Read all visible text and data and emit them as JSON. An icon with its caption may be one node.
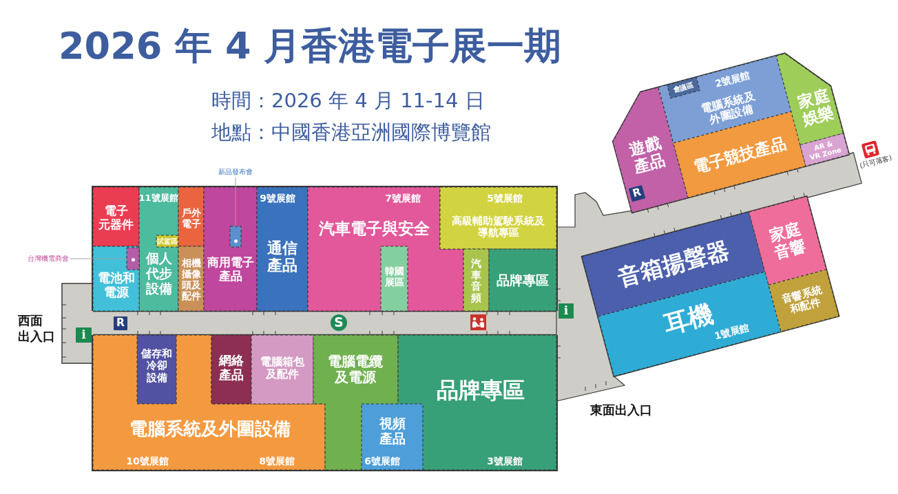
{
  "diagram": {
    "title": "2026 年 4 月香港電子展一期",
    "nodes": [
      {
        "text": [
          "電子元器件"
        ]
      },
      {
        "text": [
          "個人代步設備"
        ]
      },
      {
        "text": [
          "試駕區"
        ],
        "in": 1
      },
      {
        "text": [
          "戶外電子"
        ]
      },
      {
        "text": [
          "相機攝像頭及配件"
        ]
      },
      {
        "text": [
          "電池和電源"
        ]
      },
      {
        "text": [],
        "shape": "box",
        "in": 5
      },
      {
        "text": [
          "台灣機電商會"
        ]
      },
      {
        "text": [
          "新品發布會"
        ]
      },
      {
        "text": [
          "商用電子產品"
        ]
      },
      {
        "text": [],
        "shape": "box",
        "in": 9
      },
      {
        "text": [
          "通信產品"
        ]
      },
      {
        "text": [
          "汽車電子與安全"
        ]
      },
      {
        "text": [
          "韓國展區"
        ],
        "in": 12
      },
      {
        "text": [
          "高級輔助駕駛系統及導航專區"
        ]
      },
      {
        "text": [
          "汽車音頻"
        ]
      },
      {
        "text": [
          "品牌專區"
        ]
      },
      {
        "text": [
          "電腦系統及外圍設備"
        ]
      },
      {
        "text": [
          "儲存和冷卻設備"
        ],
        "in": 17
      },
      {
        "text": [
          "網絡產品"
        ]
      },
      {
        "text": [
          "電腦箱包及配件"
        ]
      },
      {
        "text": [
          "電腦電纜及電源"
        ]
      },
      {
        "text": [
          "視頻產品"
        ]
      },
      {
        "text": [
          "品牌專區"
        ]
      },
      {
        "text": [
          "遊戲產品"
        ]
      },
      {
        "text": [
          "電腦系統及外圍設備"
        ]
      },
      {
        "text": [
          "會議區"
        ],
        "in": 25
      },
      {
        "text": [
          "家庭娛樂"
        ]
      },
      {
        "text": [
          "電子競技產品"
        ]
      },
      {
        "text": [
          "AR & VR Zone"
        ]
      },
      {
        "text": [
          "音箱揚聲器"
        ]
      },
      {
        "text": [
          "家庭音響"
        ]
      },
      {
        "text": [
          "耳機"
        ]
      },
      {
        "text": [
          "音響系統和配件"
        ]
      }
    ],
    "edges": [
      {
        "from": 7,
        "to": 6,
        "arrow": "none"
      },
      {
        "from": 8,
        "to": 10,
        "arrow": "none"
      }
    ],
    "labels": [
      "時間：2026 年 4 月 11-14 日",
      "地點：中國香港亞洲國際博覽館",
      "2號展館",
      "(只可落客)",
      "11號展館",
      "9號展館",
      "7號展館",
      "5號展館",
      "西面出入口",
      "R",
      "S",
      "i",
      "i",
      "R",
      "1號展館",
      "東面出入口",
      "10號展館",
      "8號展館",
      "6號展館",
      "3號展館"
    ]
  }
}
